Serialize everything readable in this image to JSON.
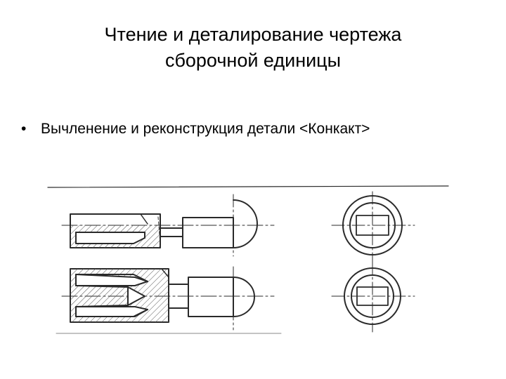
{
  "slide": {
    "title_line_1": "Чтение и деталирование чертежа",
    "title_line_2": "сборочной единицы",
    "bullet_marker": "•",
    "bullet_text": "Вычленение и реконструкция детали <Конкакт>"
  },
  "drawing": {
    "description_icon": "technical-drawing",
    "line_color": "#2a2a2a",
    "hatch_color": "#555555"
  }
}
